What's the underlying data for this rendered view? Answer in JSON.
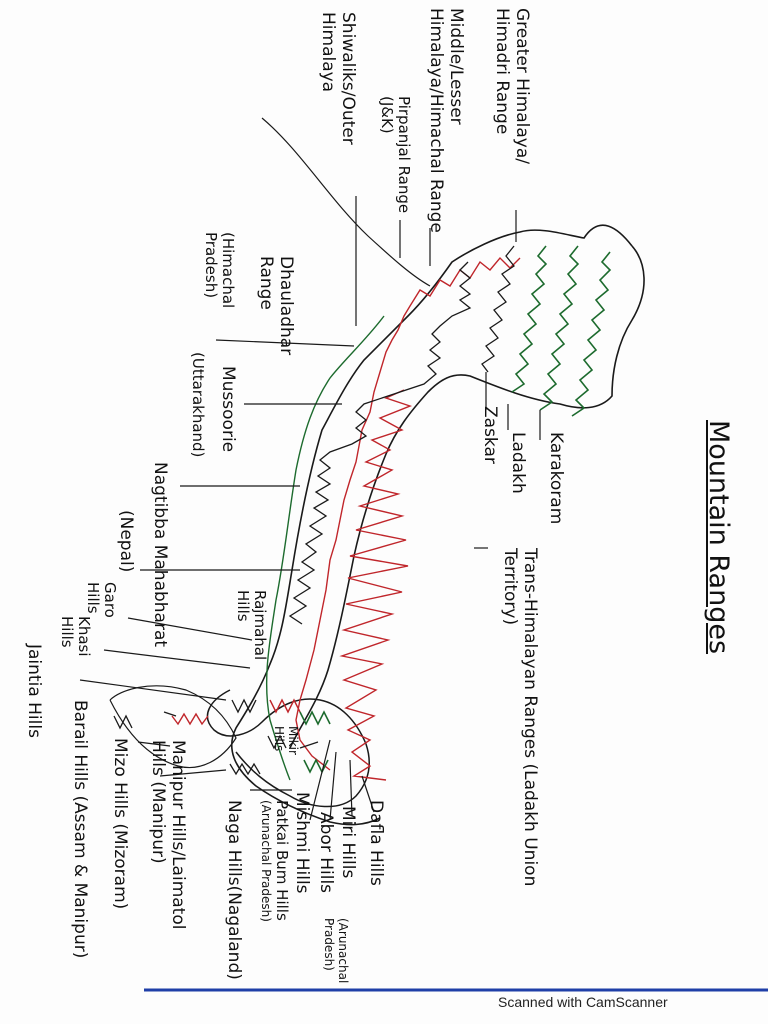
{
  "title": "Mountain Ranges",
  "footer": "Scanned with CamScanner",
  "labels": {
    "greater": [
      "Greater Himalaya/",
      "Himadri Range"
    ],
    "middle": [
      "Middle/Lesser",
      "Himalaya/Himachal Range"
    ],
    "pirpanjal": [
      "Pirpanjal Range",
      "(J&K)"
    ],
    "shiwaliks": [
      "Shiwaliks/Outer",
      "Himalaya"
    ],
    "dhauladhar": [
      "Dhauladhar",
      "Range"
    ],
    "dhauladhar_note": [
      "(Himachal",
      "Pradesh)"
    ],
    "mussoorie": [
      "Mussoorie"
    ],
    "mussoorie_note": [
      "(Uttarakhand)"
    ],
    "nagtibba": [
      "Nagtibba Mahabharat"
    ],
    "nepal": [
      "(Nepal)"
    ],
    "rajmahal": [
      "Rajmahal",
      "Hills"
    ],
    "garo": [
      "Garo",
      "Hills"
    ],
    "khasi": [
      "Khasi",
      "Hills"
    ],
    "jaintia": [
      "Jaintia Hills"
    ],
    "barail": [
      "Barail Hills (Assam & Manipur)"
    ],
    "mizo": [
      "Mizo Hills (Mizoram)"
    ],
    "manipur": [
      "Manipur Hills/Laimatol",
      "Hills (Manipur)"
    ],
    "naga": [
      "Naga Hills(Nagaland)"
    ],
    "patkai": [
      "Patkai Bum Hills",
      "(Arunachal Pradesh)"
    ],
    "mishmi": [
      "Mishmi Hills"
    ],
    "abor": [
      "Abor Hills"
    ],
    "miri": [
      "Miri Hills"
    ],
    "dafla": [
      "Dafla Hills"
    ],
    "arunachal_note": [
      "(Arunachal",
      "Pradesh)"
    ],
    "mikir": [
      "Mikir",
      "Hills"
    ],
    "karakoram": [
      "Karakoram"
    ],
    "ladakh": [
      "Ladakh"
    ],
    "zaskar": [
      "Zaskar"
    ],
    "trans": [
      "Trans-Himalayan Ranges (Ladakh Union",
      "Territory)"
    ]
  },
  "colors": {
    "ink": "#1a1a1a",
    "greater": "#c0262b",
    "trans": "#1d6b2e",
    "footer_line": "#1f3fa8"
  }
}
